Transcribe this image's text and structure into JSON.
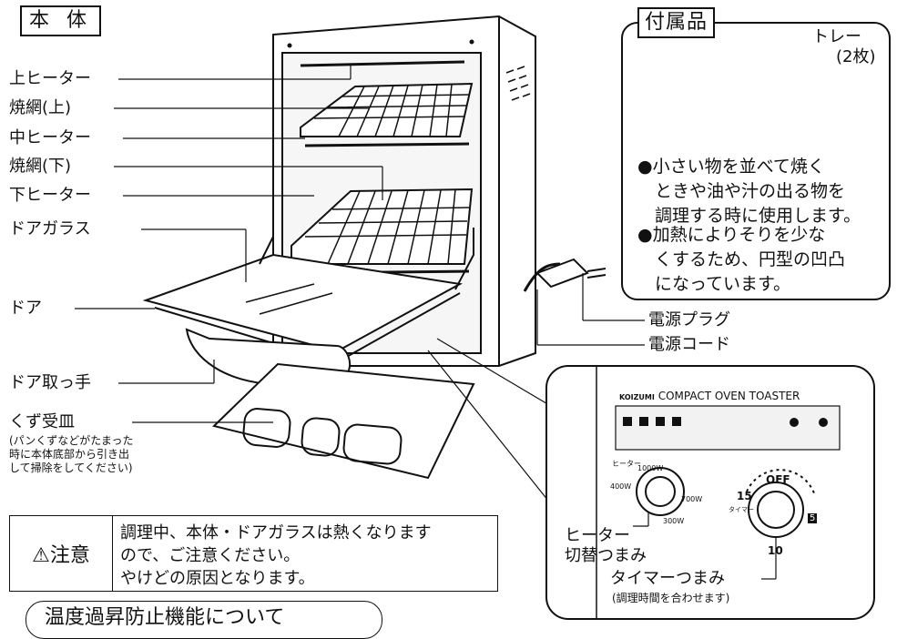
{
  "title": "本 体",
  "labels": {
    "upper_heater": "上ヒーター",
    "rack_upper": "焼網(上)",
    "middle_heater": "中ヒーター",
    "rack_lower": "焼網(下)",
    "lower_heater": "下ヒーター",
    "door_glass": "ドアガラス",
    "door": "ドア",
    "door_handle": "ドア取っ手",
    "crumb_tray": "くず受皿",
    "crumb_note": [
      "(パンくずなどがたまった",
      "時に本体底部から引き出",
      "して掃除をしてください)"
    ],
    "power_plug": "電源プラグ",
    "power_cord": "電源コード",
    "heater_switch": [
      "ヒーター",
      "切替つまみ"
    ],
    "timer_knob": "タイマーつまみ",
    "timer_note": "(調理時間を合わせます)"
  },
  "accessories": {
    "title": "付属品",
    "tray": "トレー",
    "tray_count": "(2枚)",
    "bullets": [
      [
        "●小さい物を並べて焼く",
        "　ときや油や汁の出る物を",
        "　調理する時に使用します。"
      ],
      [
        "●加熱によりそりを少な",
        "　くするため、円型の凹凸",
        "　になっています。"
      ]
    ]
  },
  "caution": {
    "heading": "⚠注意",
    "lines": [
      "調理中、本体・ドアガラスは熱くなります",
      "ので、ご注意ください。",
      "やけどの原因となります。"
    ]
  },
  "control_panel": {
    "brand": "KOIZUMI",
    "model": "COMPACT OVEN TOASTER",
    "heater_label": "ヒーター",
    "watt_1000": "1000W",
    "watt_700": "700W",
    "watt_400": "400W",
    "watt_300": "300W",
    "timer_off": "OFF",
    "timer_15": "15",
    "timer_10": "10",
    "timer_5": "5",
    "timer_label": "タイマー"
  },
  "bottom_heading": "温度過昇防止機能について"
}
